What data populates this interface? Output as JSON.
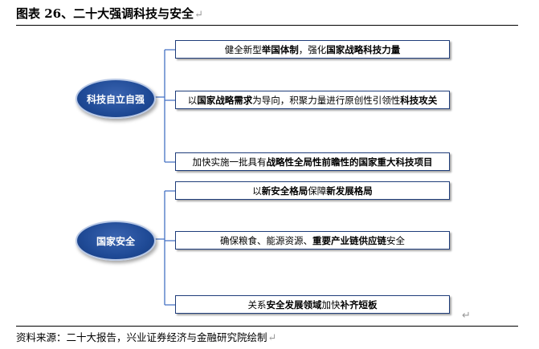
{
  "title": "图表 26、二十大强调科技与安全",
  "groups": [
    {
      "label": "科技自立自强",
      "items": [
        [
          {
            "t": "健全新型",
            "b": false
          },
          {
            "t": "举国体制",
            "b": true
          },
          {
            "t": "，强化",
            "b": false
          },
          {
            "t": "国家战略科技力量",
            "b": true
          }
        ],
        [
          {
            "t": "以",
            "b": false
          },
          {
            "t": "国家战略需求",
            "b": true
          },
          {
            "t": "为导向，积聚力量进行原创性引领性",
            "b": false
          },
          {
            "t": "科技攻关",
            "b": true
          }
        ],
        [
          {
            "t": "加快实施一批具有",
            "b": false
          },
          {
            "t": "战略性全局性前瞻性的国家重大科技项目",
            "b": true
          }
        ]
      ]
    },
    {
      "label": "国家安全",
      "items": [
        [
          {
            "t": "以",
            "b": false
          },
          {
            "t": "新安全格局",
            "b": true
          },
          {
            "t": "保障",
            "b": false
          },
          {
            "t": "新发展格局",
            "b": true
          }
        ],
        [
          {
            "t": "确保粮食、能源资源、",
            "b": false
          },
          {
            "t": "重要产业链供应链",
            "b": true
          },
          {
            "t": "安全",
            "b": false
          }
        ],
        [
          {
            "t": "关系",
            "b": false
          },
          {
            "t": "安全发展领域",
            "b": true
          },
          {
            "t": "加快",
            "b": false
          },
          {
            "t": "补齐短板",
            "b": true
          }
        ]
      ]
    }
  ],
  "source": "资料来源：二十大报告，兴业证券经济与金融研究院绘制",
  "paragraph_mark": "↵",
  "colors": {
    "oval": "#1f4a96",
    "box_border": "#1f3d7a",
    "line": "#4472c4"
  }
}
